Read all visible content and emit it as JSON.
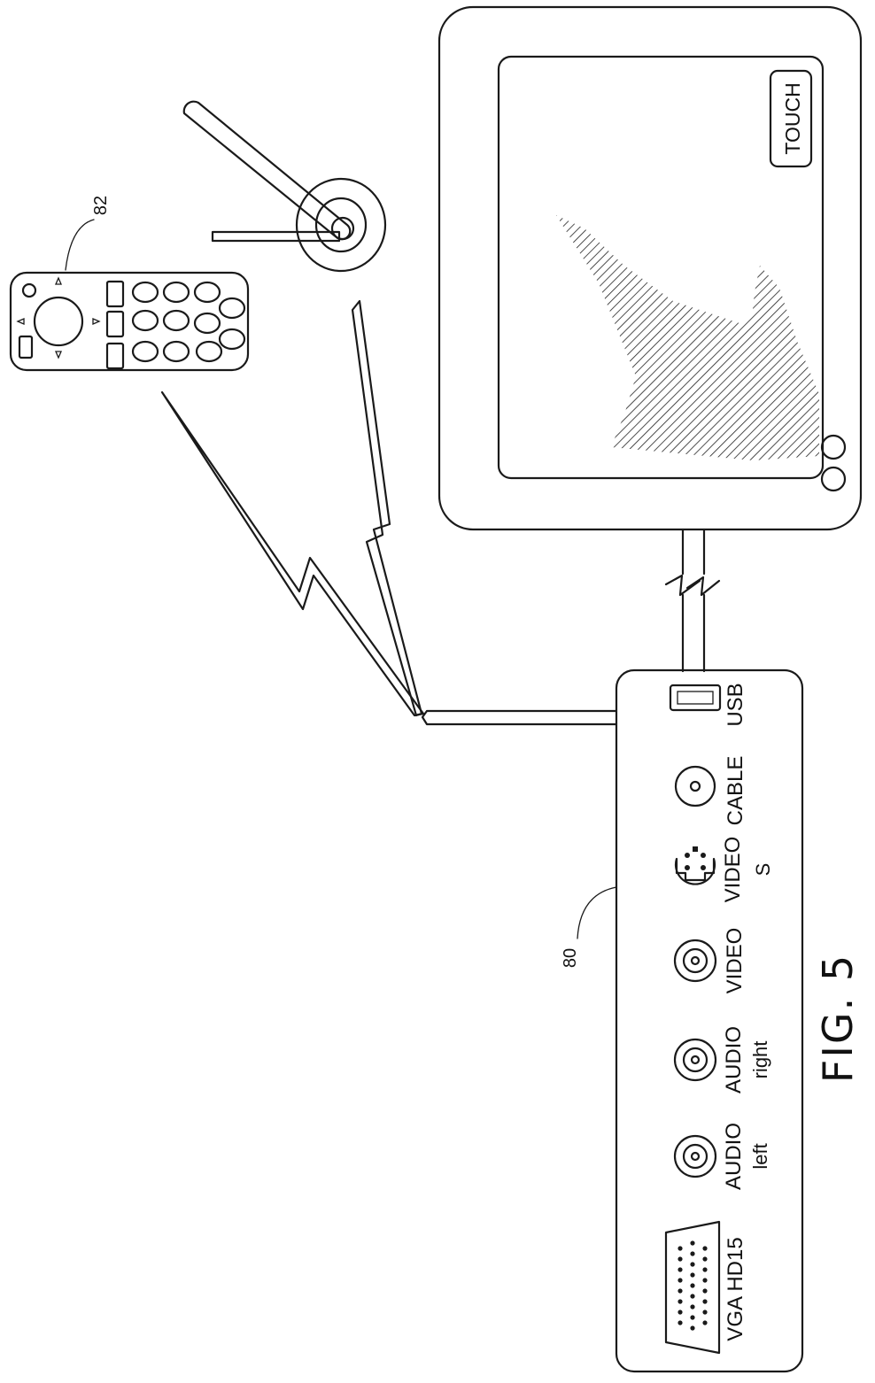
{
  "figure": {
    "caption": "FIG. 5",
    "refs": {
      "hub": "80",
      "remote": "82"
    },
    "monitor": {
      "touch_label": "TOUCH"
    },
    "ports": {
      "vga": "VGA HD15",
      "audio_left": "AUDIO",
      "audio_left_sub": "left",
      "audio_right": "AUDIO",
      "audio_right_sub": "right",
      "video": "VIDEO",
      "svideo": "VIDEO",
      "svideo_sub": "S",
      "cable": "CABLE",
      "usb": "USB"
    }
  }
}
